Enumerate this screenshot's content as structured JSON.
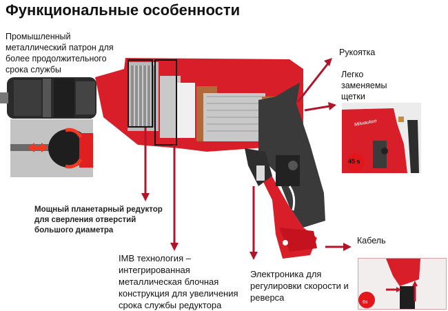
{
  "title": "Функциональные особенности",
  "labels": {
    "chuck": "Промышленный металлический патрон для более продолжительного срока службы",
    "gearbox": "Мощный планетарный редуктор для сверления отверстий большого диаметра",
    "imb": "IMB технология – интегрированная металлическая блочная конструкция для увеличения срока службы редуктора",
    "handle": "Рукоятка",
    "brushes": "Легко заменяемы щетки",
    "cable": "Кабель",
    "electronics": "Электроника для регулировки скорости и реверса"
  },
  "inset_badges": {
    "brushes_time": "45 s",
    "cable_time": "6s"
  },
  "inset_brand": "Milwaukee",
  "colors": {
    "accent_red": "#b0152a",
    "tool_red": "#d81e28",
    "tool_dark": "#3a3a3a"
  }
}
